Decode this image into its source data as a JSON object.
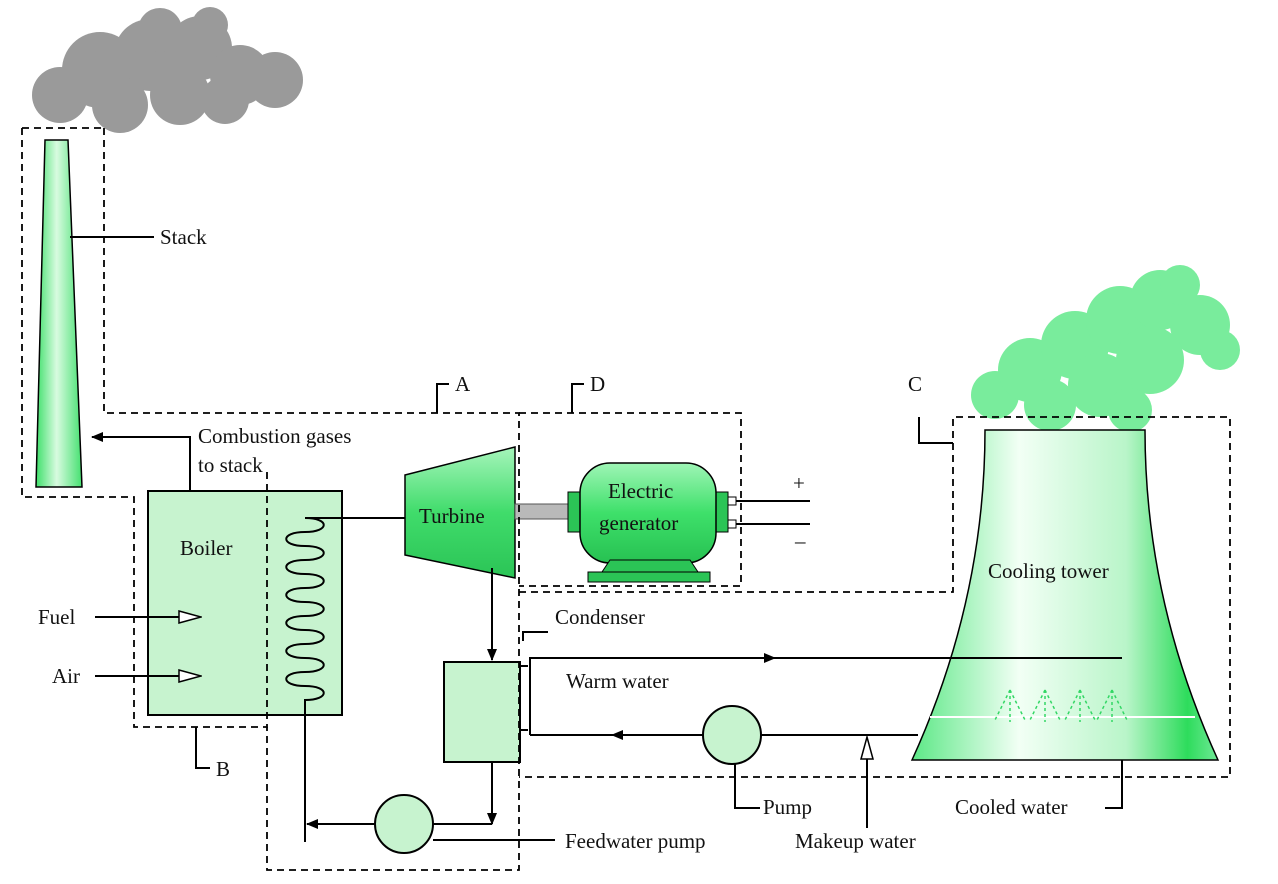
{
  "labels": {
    "stack": "Stack",
    "combustion_gases_line1": "Combustion gases",
    "combustion_gases_line2": "to stack",
    "boiler": "Boiler",
    "fuel": "Fuel",
    "air": "Air",
    "turbine": "Turbine",
    "generator_line1": "Electric",
    "generator_line2": "generator",
    "plus": "+",
    "minus": "–",
    "condenser": "Condenser",
    "warm_water": "Warm water",
    "cooling_tower": "Cooling tower",
    "pump": "Pump",
    "makeup_water": "Makeup water",
    "cooled_water": "Cooled water",
    "feedwater_pump": "Feedwater pump"
  },
  "subsystems": {
    "a": "A",
    "b": "B",
    "c": "C",
    "d": "D"
  },
  "colors": {
    "equipment_fill": "#c7f3cf",
    "machine_green": "#3ee06a",
    "tower_green": "#5ce886",
    "smoke_gray": "#9a9a9a",
    "steam_green": "#79ec9c"
  }
}
